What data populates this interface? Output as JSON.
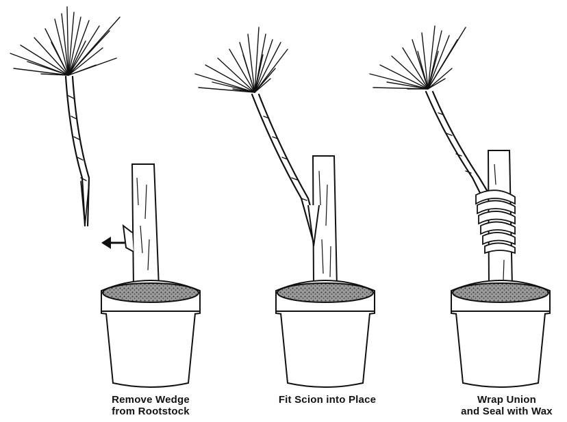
{
  "steps": [
    {
      "lines": [
        "Remove Wedge",
        "from Rootstock"
      ]
    },
    {
      "lines": [
        "Fit Scion into Place"
      ]
    },
    {
      "lines": [
        "Wrap Union",
        "and Seal with Wax"
      ]
    }
  ],
  "colors": {
    "ink": "#111111",
    "soil": "#555555",
    "paper": "#ffffff"
  },
  "icons": [
    "left-arrow-icon",
    "pine-scion-icon",
    "flower-pot-icon",
    "graft-wrap-icon"
  ]
}
